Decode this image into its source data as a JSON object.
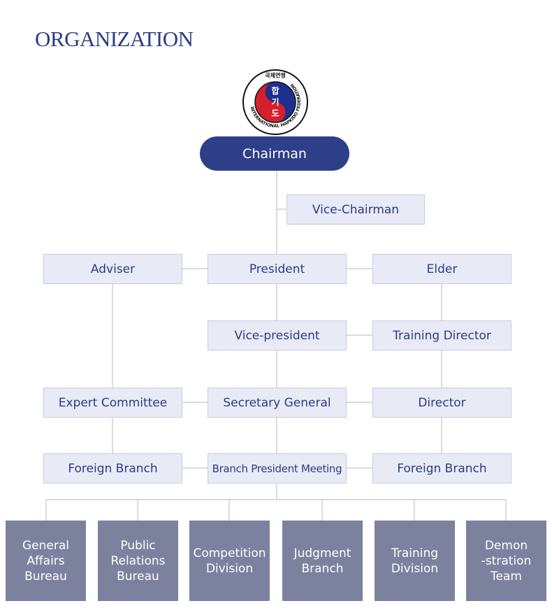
{
  "title": "ORGANIZATION",
  "logo": {
    "top_text": "국제연맹",
    "ring_text": "INTERNATIONAL HAPKIDO FEDERATION",
    "center_text": "합기도"
  },
  "chairman": "Chairman",
  "vice_chairman": "Vice-Chairman",
  "row_president": {
    "left": "Adviser",
    "center": "President",
    "right": "Elder"
  },
  "row_vice": {
    "center": "Vice-president",
    "right": "Training Director"
  },
  "row_secretary": {
    "left": "Expert Committee",
    "center": "Secretary General",
    "right": "Director"
  },
  "row_branch": {
    "left": "Foreign Branch",
    "center": "Branch President Meeting",
    "right": "Foreign Branch"
  },
  "departments": [
    "General\nAffairs\nBureau",
    "Public\nRelations\nBureau",
    "Competition\nDivision",
    "Judgment\nBranch",
    "Training\nDivision",
    "Demon\n-stration\nTeam"
  ],
  "colors": {
    "title": "#2b3b83",
    "chairman_bg": "#2e3f8a",
    "box_bg": "#e8ebf6",
    "dept_bg": "#7c829e",
    "line": "#b3b8c8"
  }
}
